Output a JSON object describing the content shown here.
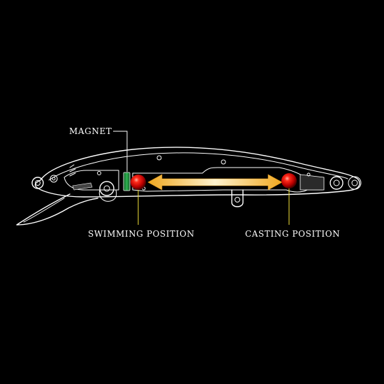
{
  "labels": {
    "magnet": "MAGNET",
    "swimming_position": "SWIMMING POSITION",
    "casting_position": "CASTING POSITION"
  },
  "colors": {
    "background": "#000000",
    "outline": "#ffffff",
    "ball": "#d40000",
    "magnet": "#1f8f3a",
    "arrow": "#f0b12a",
    "leader_yellow": "#f5e23a"
  },
  "icons": {
    "weight_ball": "red-sphere",
    "magnet": "green-block",
    "travel": "double-headed-arrow"
  }
}
